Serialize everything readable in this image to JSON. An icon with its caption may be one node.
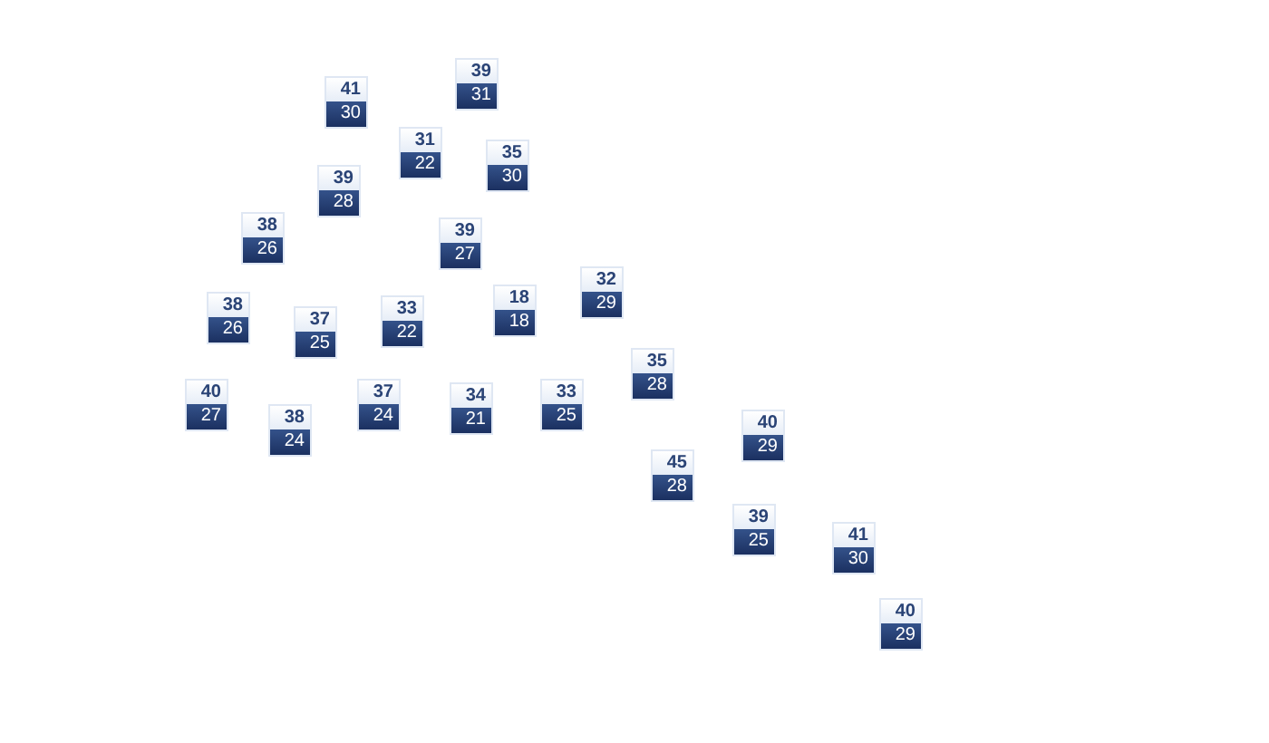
{
  "diagram": {
    "nodes": [
      {
        "text": [
          "39",
          "31"
        ]
      },
      {
        "text": [
          "41",
          "30"
        ]
      },
      {
        "text": [
          "31",
          "22"
        ]
      },
      {
        "text": [
          "35",
          "30"
        ]
      },
      {
        "text": [
          "39",
          "28"
        ]
      },
      {
        "text": [
          "38",
          "26"
        ]
      },
      {
        "text": [
          "39",
          "27"
        ]
      },
      {
        "text": [
          "32",
          "29"
        ]
      },
      {
        "text": [
          "18",
          "18"
        ]
      },
      {
        "text": [
          "38",
          "26"
        ]
      },
      {
        "text": [
          "37",
          "25"
        ]
      },
      {
        "text": [
          "33",
          "22"
        ]
      },
      {
        "text": [
          "35",
          "28"
        ]
      },
      {
        "text": [
          "40",
          "27"
        ]
      },
      {
        "text": [
          "37",
          "24"
        ]
      },
      {
        "text": [
          "33",
          "25"
        ]
      },
      {
        "text": [
          "34",
          "21"
        ]
      },
      {
        "text": [
          "38",
          "24"
        ]
      },
      {
        "text": [
          "40",
          "29"
        ]
      },
      {
        "text": [
          "45",
          "28"
        ]
      },
      {
        "text": [
          "39",
          "25"
        ]
      },
      {
        "text": [
          "41",
          "30"
        ]
      },
      {
        "text": [
          "40",
          "29"
        ]
      }
    ]
  }
}
